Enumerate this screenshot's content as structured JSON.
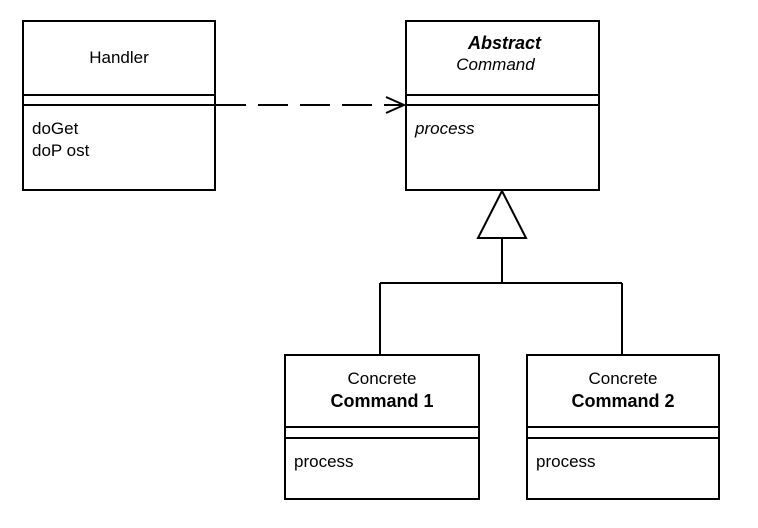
{
  "diagram": {
    "classes": {
      "handler": {
        "name": "Handler",
        "operations": [
          "doGet",
          "doP ost"
        ]
      },
      "abstract_command": {
        "stereotype": "Abstract",
        "name": "Command",
        "operations": [
          "process"
        ]
      },
      "concrete_command_1": {
        "prefix": "Concrete",
        "name": "Command 1",
        "operations": [
          "process"
        ]
      },
      "concrete_command_2": {
        "prefix": "Concrete",
        "name": "Command 2",
        "operations": [
          "process"
        ]
      }
    },
    "relationships": [
      {
        "type": "dependency",
        "from": "Handler",
        "to": "Command",
        "line_style": "dashed",
        "arrow": "open"
      },
      {
        "type": "generalization",
        "from": "Command 1",
        "to": "Command",
        "line_style": "solid",
        "arrow": "hollow-triangle"
      },
      {
        "type": "generalization",
        "from": "Command 2",
        "to": "Command",
        "line_style": "solid",
        "arrow": "hollow-triangle"
      }
    ],
    "colors": {
      "line": "#000000",
      "background": "#ffffff"
    }
  }
}
